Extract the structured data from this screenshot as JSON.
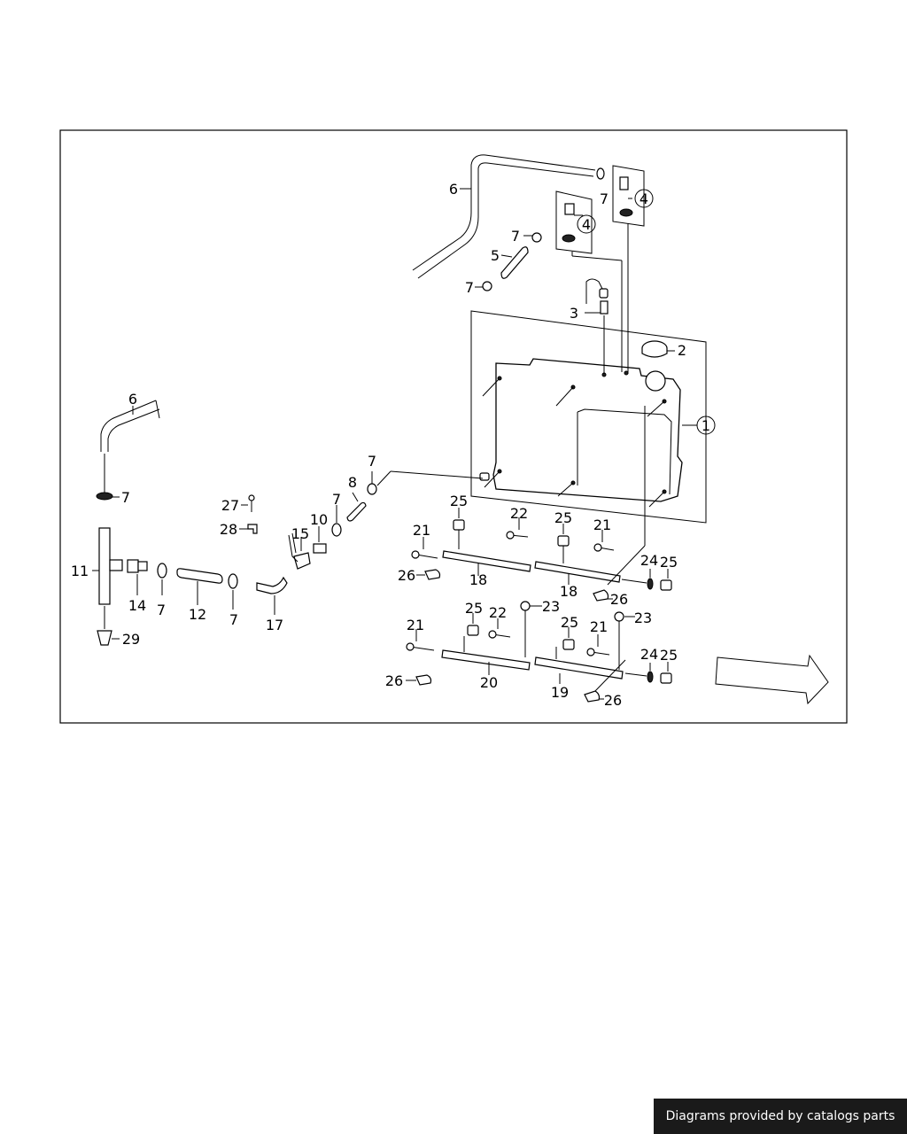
{
  "diagram": {
    "callouts": {
      "c1": "1",
      "c2": "2",
      "c3": "3",
      "c4a": "4",
      "c4b": "4",
      "c5": "5",
      "c6a": "6",
      "c6b": "6",
      "c7a": "7",
      "c7b": "7",
      "c7c": "7",
      "c7d": "7",
      "c7e": "7",
      "c7f": "7",
      "c7g": "7",
      "c7h": "7",
      "c8": "8",
      "c10": "10",
      "c11": "11",
      "c12": "12",
      "c14": "14",
      "c15": "15",
      "c17": "17",
      "c18a": "18",
      "c18b": "18",
      "c19": "19",
      "c20": "20",
      "c21a": "21",
      "c21b": "21",
      "c21c": "21",
      "c21d": "21",
      "c22a": "22",
      "c22b": "22",
      "c23a": "23",
      "c23b": "23",
      "c24a": "24",
      "c24b": "24",
      "c25a": "25",
      "c25b": "25",
      "c25c": "25",
      "c25d": "25",
      "c25e": "25",
      "c25f": "25",
      "c26a": "26",
      "c26b": "26",
      "c26c": "26",
      "c26d": "26",
      "c27": "27",
      "c28": "28",
      "c29": "29"
    }
  },
  "footer": {
    "credit": "Diagrams provided by catalogs parts"
  }
}
